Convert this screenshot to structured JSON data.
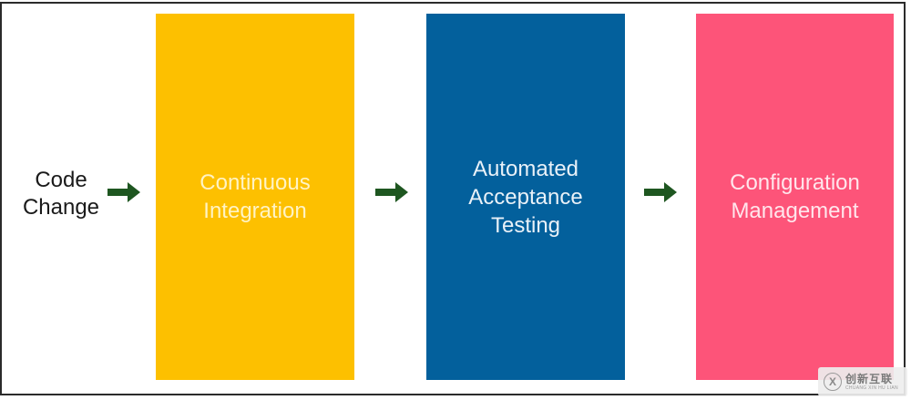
{
  "diagram": {
    "start": {
      "lines": [
        "Code",
        "Change"
      ]
    },
    "stages": [
      {
        "lines": [
          "Continuous",
          "Integration"
        ],
        "color": "#fdc000",
        "text_color": "#fff3c4"
      },
      {
        "lines": [
          "Automated",
          "Acceptance",
          "Testing"
        ],
        "color": "#03609c",
        "text_color": "#e9f1f8"
      },
      {
        "lines": [
          "Configuration",
          "Management"
        ],
        "color": "#fd5479",
        "text_color": "#ffe6ec"
      }
    ],
    "arrow_color": "#1e5620"
  },
  "watermark": {
    "glyph": "X",
    "text": "创新互联",
    "subtext": "CHUANG XIN HU LIAN"
  }
}
